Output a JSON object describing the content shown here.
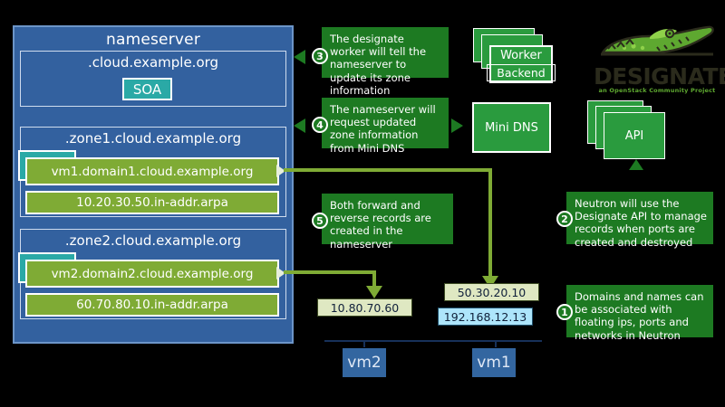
{
  "nameserver": {
    "title": "nameserver",
    "root_zone": {
      "title": ".cloud.example.org",
      "soa_label": "SOA"
    },
    "zones": [
      {
        "title": ".zone1.cloud.example.org",
        "records": [
          "vm1.domain1.cloud.example.org",
          "10.20.30.50.in-addr.arpa"
        ]
      },
      {
        "title": ".zone2.cloud.example.org",
        "records": [
          "vm2.domain2.cloud.example.org",
          "60.70.80.10.in-addr.arpa"
        ]
      }
    ]
  },
  "services": {
    "worker": "Worker",
    "backend": "Backend",
    "mini_dns": "Mini DNS",
    "api": "API"
  },
  "callouts": [
    {
      "number": "1",
      "text": "Domains and names can be associated with floating ips, ports and networks in Neutron"
    },
    {
      "number": "2",
      "text": "Neutron will use the Designate API to manage records when ports are created and destroyed"
    },
    {
      "number": "3",
      "text": "The designate worker will tell the nameserver to update its zone information"
    },
    {
      "number": "4",
      "text": "The nameserver will request updated zone information from Mini DNS"
    },
    {
      "number": "5",
      "text": "Both forward and reverse records are created in the nameserver"
    }
  ],
  "instances": [
    {
      "name": "vm2",
      "addresses": [
        {
          "value": "10.80.70.60",
          "kind": "floating"
        }
      ]
    },
    {
      "name": "vm1",
      "addresses": [
        {
          "value": "50.30.20.10",
          "kind": "floating"
        },
        {
          "value": "192.168.12.13",
          "kind": "fixed"
        }
      ]
    }
  ],
  "logo": {
    "word": "DESIGNATE",
    "tagline": "an OpenStack Community Project",
    "icon": "crocodile-icon"
  },
  "colors": {
    "panel_blue": "#33619f",
    "record_green": "#7fab35",
    "teal": "#2aa9a6",
    "service_green": "#2a9b3e",
    "callout_green": "#1d7a22",
    "floating_ip": "#dfe8c2",
    "fixed_ip": "#ade5fb",
    "background": "#000000"
  }
}
